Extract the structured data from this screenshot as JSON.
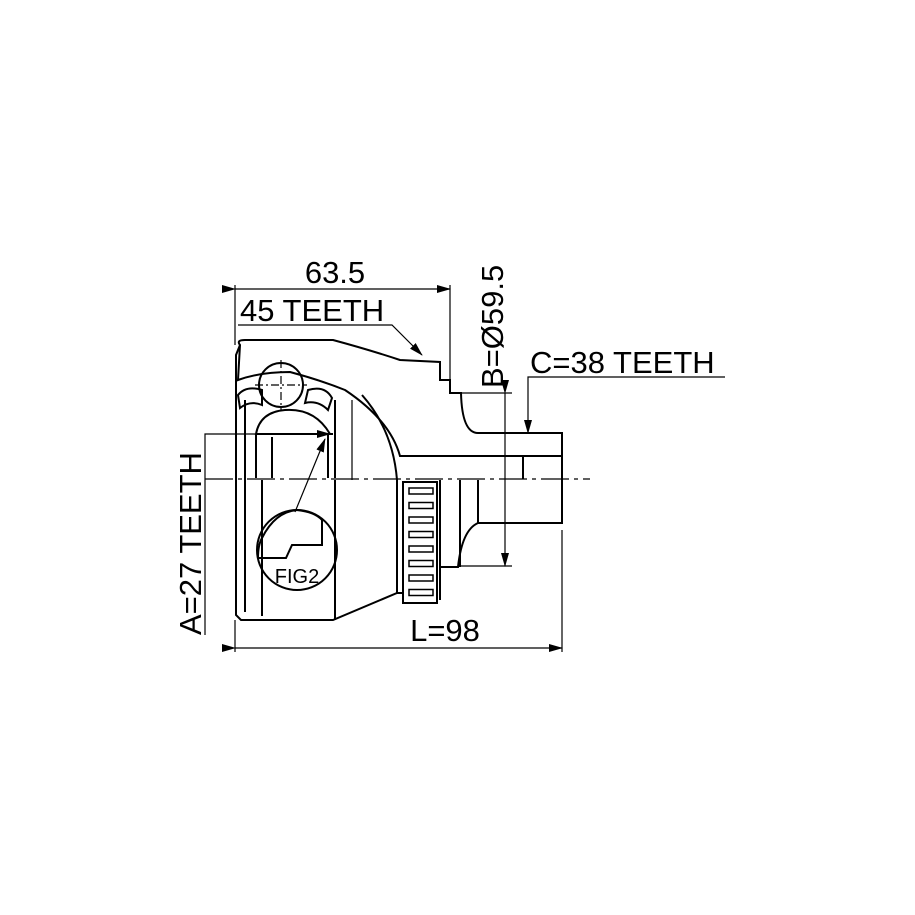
{
  "drawing": {
    "dim_length_outer": "63.5",
    "outer_teeth": "45 TEETH",
    "dim_diameter": "B=Ø59.5",
    "outer_spline": "C=38 TEETH",
    "total_length": "L=98",
    "inner_spline": "A=27 TEETH",
    "detail_label": "FIG2"
  }
}
